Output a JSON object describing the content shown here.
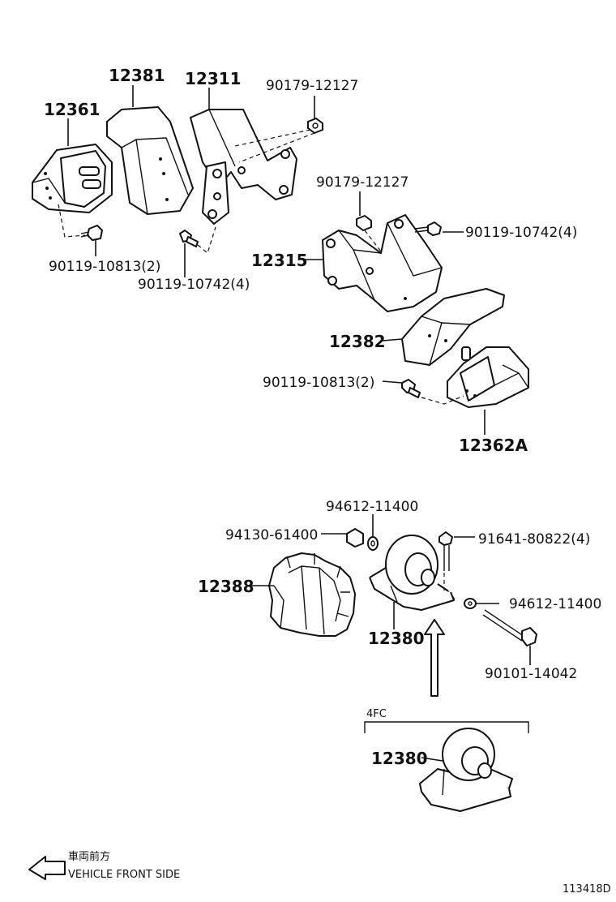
{
  "labels": {
    "p12381": "12381",
    "p12311": "12311",
    "p12361": "12361",
    "nut_top1": "90179-12127",
    "bolt_left_a": "90119-10813(2)",
    "bolt_left_b": "90119-10742(4)",
    "nut_top2": "90179-12127",
    "bolt_right_a": "90119-10742(4)",
    "p12315": "12315",
    "p12382": "12382",
    "bolt_right_b": "90119-10813(2)",
    "p12362A": "12362A",
    "washer_top": "94612-11400",
    "nut_mid": "94130-61400",
    "bolt_mid": "91641-80822(4)",
    "p12388": "12388",
    "washer_right": "94612-11400",
    "p12380": "12380",
    "bolt_long": "90101-14042",
    "variant": "4FC",
    "p12380_4fc": "12380",
    "front_jp": "車両前方",
    "front_en": "VEHICLE FRONT SIDE",
    "drawing_no": "113418D"
  }
}
